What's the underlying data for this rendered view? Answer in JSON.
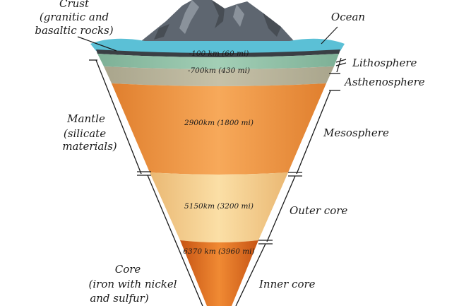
{
  "labels": {
    "crust_line1": "Crust",
    "crust_line2": "(granitic and",
    "crust_line3": "basaltic rocks)",
    "ocean": "Ocean",
    "lithosphere": "Lithosphere",
    "asthenosphere": "Asthenosphere",
    "mantle_line1": "Mantle",
    "mantle_line2": "(silicate",
    "mantle_line3": "materials)",
    "mesosphere": "Mesosphere",
    "outer_core": "Outer core",
    "core_line1": "Core",
    "core_line2": "(iron with nickel",
    "core_line3": "and sulfur)",
    "inner_core": "Inner core"
  },
  "depths": {
    "lithosphere": "-100 km (60 mi)",
    "asthenosphere": "-700km (430 mi)",
    "mesosphere": "2900km (1800 mi)",
    "outer_core": "5150km (3200 mi)",
    "inner_core": "6370 km (3960 mi)"
  },
  "colors": {
    "ocean": "#5bc0d6",
    "crust": "#3a3f44",
    "lithosphere": "#8fbfa6",
    "asthenosphere": "#b7b29a",
    "mesosphere": "#f0953e",
    "outer_core": "#f3cf8c",
    "inner_core": "#e06a1d",
    "mountain": "#5e6670"
  }
}
